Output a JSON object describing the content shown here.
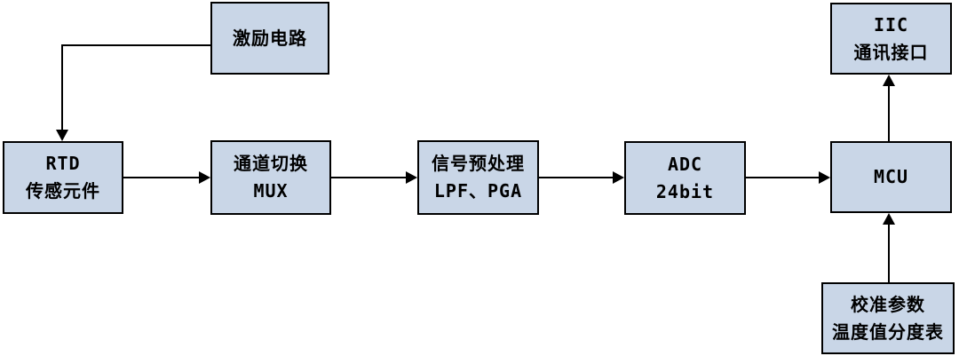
{
  "diagram": {
    "type": "block-flow-diagram",
    "colors": {
      "box_fill": "#c9d6e7",
      "box_border": "#000000",
      "line_color": "#000000",
      "background": "#ffffff"
    },
    "nodes": {
      "excitation": {
        "line1": "激励电路"
      },
      "rtd": {
        "line1": "RTD",
        "line2": "传感元件"
      },
      "mux": {
        "line1": "通道切换",
        "line2": "MUX"
      },
      "preprocess": {
        "line1": "信号预处理",
        "line2": "LPF、PGA"
      },
      "adc": {
        "line1": "ADC",
        "line2": "24bit"
      },
      "mcu": {
        "line1": "MCU"
      },
      "iic": {
        "line1": "IIC",
        "line2": "通讯接口"
      },
      "calibration": {
        "line1": "校准参数",
        "line2": "温度值分度表"
      }
    },
    "edges": [
      {
        "from": "excitation",
        "to": "rtd",
        "style": "elbow-left-down"
      },
      {
        "from": "rtd",
        "to": "mux",
        "style": "straight-right"
      },
      {
        "from": "mux",
        "to": "preprocess",
        "style": "straight-right"
      },
      {
        "from": "preprocess",
        "to": "adc",
        "style": "straight-right"
      },
      {
        "from": "adc",
        "to": "mcu",
        "style": "straight-right"
      },
      {
        "from": "mcu",
        "to": "iic",
        "style": "straight-up"
      },
      {
        "from": "calibration",
        "to": "mcu",
        "style": "straight-up"
      }
    ]
  }
}
